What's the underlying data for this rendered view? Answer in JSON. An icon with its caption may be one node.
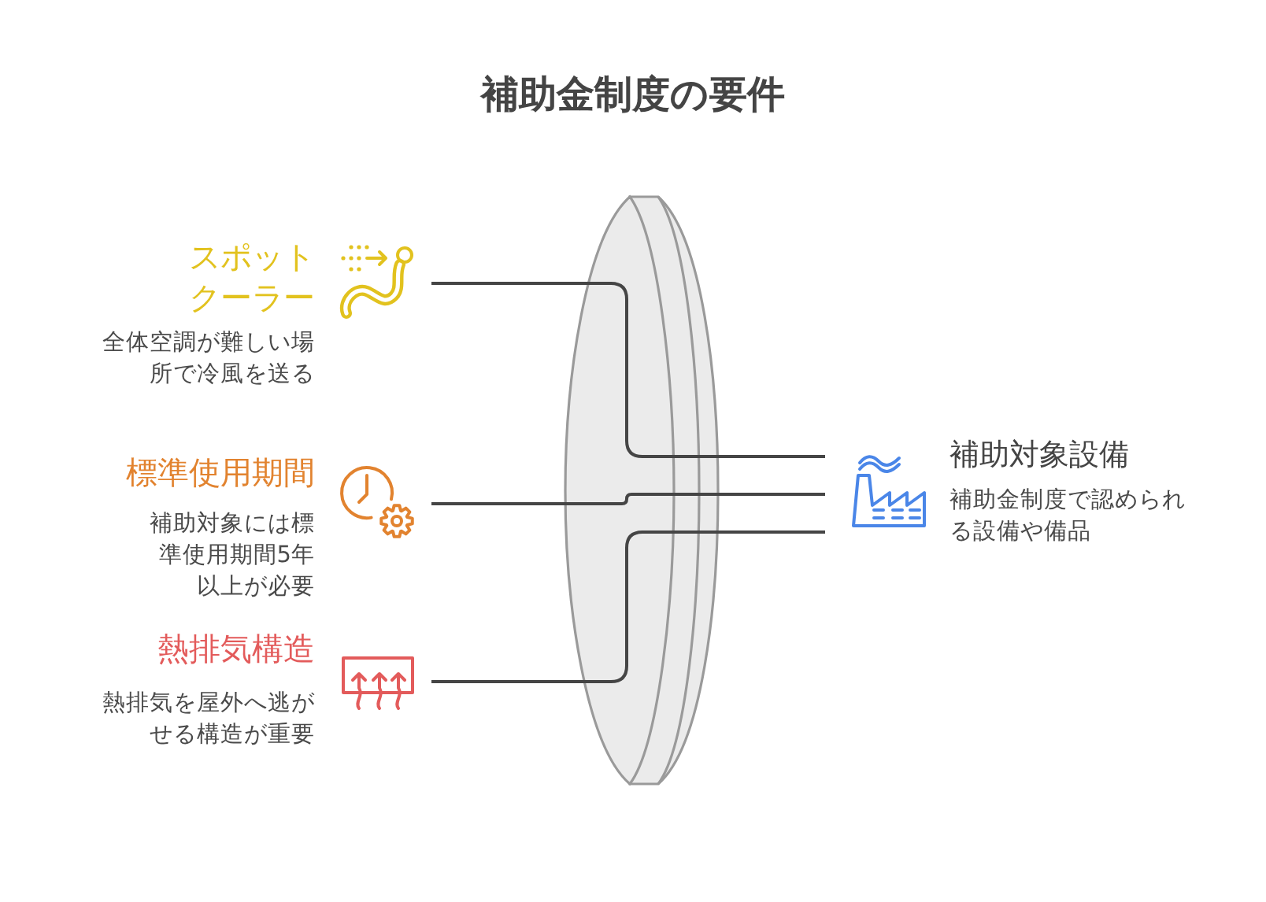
{
  "diagram": {
    "title": "補助金制度の要件",
    "nodes": [
      {
        "text": [
          "スポットクーラー",
          "全体空調が難しい場所で冷風を送る"
        ]
      },
      {
        "text": [
          "標準使用期間",
          "補助対象には標準使用期間5年以上が必要"
        ]
      },
      {
        "text": [
          "熱排気構造",
          "熱排気を屋外へ逃がせる構造が重要"
        ]
      },
      {
        "text": [
          "補助対象設備",
          "補助金制度で認められる設備や備品"
        ]
      }
    ],
    "edges": [
      {
        "from": 0,
        "to": 3,
        "arrow": "none"
      },
      {
        "from": 1,
        "to": 3,
        "arrow": "none"
      },
      {
        "from": 2,
        "to": 3,
        "arrow": "none"
      }
    ]
  }
}
